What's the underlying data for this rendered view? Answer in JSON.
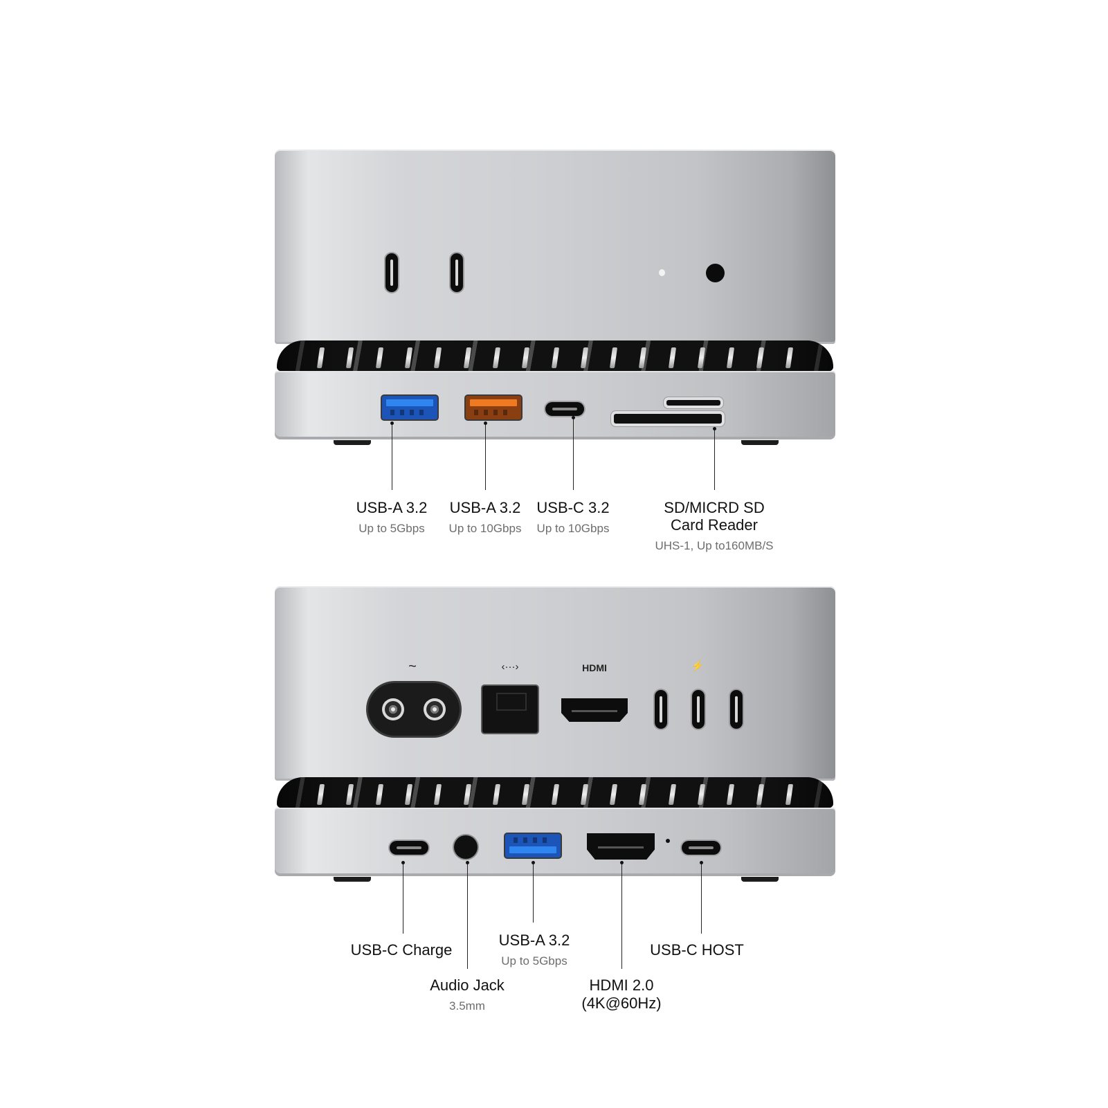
{
  "product": {
    "description": "Mac mini stacked on docking hub — front and rear port callouts",
    "accent_colors": {
      "usb_5gbps": "#1a64d6",
      "usb_10gbps": "#e0671a",
      "background": "#ffffff",
      "silver": "#cfd0d3",
      "vent": "#151515"
    }
  },
  "front_view": {
    "mac_ports": [
      {
        "type": "usb-c",
        "icon": "usb-c-port-icon"
      },
      {
        "type": "usb-c",
        "icon": "usb-c-port-icon"
      },
      {
        "type": "status-led",
        "icon": "led-icon"
      },
      {
        "type": "headphone-jack",
        "icon": "audio-jack-icon"
      }
    ],
    "callouts": [
      {
        "title": "USB-A 3.2",
        "subtitle": "Up to 5Gbps",
        "port_color": "#1a64d6"
      },
      {
        "title": "USB-A 3.2",
        "subtitle": "Up to 10Gbps",
        "port_color": "#e0671a"
      },
      {
        "title": "USB-C 3.2",
        "subtitle": "Up to 10Gbps"
      },
      {
        "title": "SD/MICRD SD",
        "title2": "Card Reader",
        "subtitle": "UHS-1, Up to160MB/S"
      }
    ]
  },
  "rear_view": {
    "mac_port_labels": {
      "power": "~",
      "ethernet": "‹···›",
      "hdmi": "HDMI",
      "thunderbolt": "⚡"
    },
    "callouts": [
      {
        "title": "USB-C Charge"
      },
      {
        "title": "Audio Jack",
        "subtitle": "3.5mm"
      },
      {
        "title": "USB-A 3.2",
        "subtitle": "Up to 5Gbps",
        "port_color": "#1a64d6"
      },
      {
        "title": "HDMI 2.0",
        "title2": "(4K@60Hz)"
      },
      {
        "title": "USB-C HOST"
      }
    ]
  }
}
